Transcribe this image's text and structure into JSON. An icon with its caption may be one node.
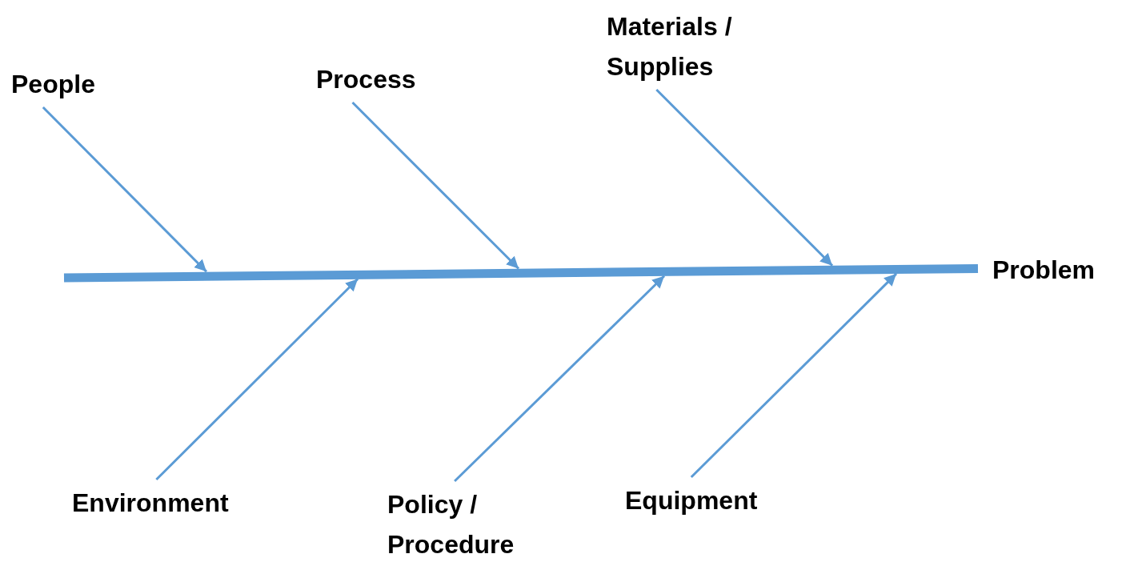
{
  "diagram": {
    "nodes": [
      {
        "text": [
          "People"
        ]
      },
      {
        "text": [
          "Process"
        ]
      },
      {
        "text": [
          "Materials / Supplies"
        ]
      },
      {
        "text": [
          "Problem"
        ]
      },
      {
        "text": [
          "Environment"
        ]
      },
      {
        "text": [
          "Policy / Procedure"
        ]
      },
      {
        "text": [
          "Equipment"
        ]
      }
    ],
    "edges": [
      {
        "from": null,
        "to": 3,
        "arrow": "none",
        "style": "thick"
      },
      {
        "from": 0,
        "to": null,
        "arrow": "to"
      },
      {
        "from": 1,
        "to": null,
        "arrow": "to"
      },
      {
        "from": 2,
        "to": null,
        "arrow": "to"
      },
      {
        "from": 4,
        "to": null,
        "arrow": "to"
      },
      {
        "from": 5,
        "to": null,
        "arrow": "to"
      },
      {
        "from": 6,
        "to": null,
        "arrow": "to"
      }
    ]
  }
}
